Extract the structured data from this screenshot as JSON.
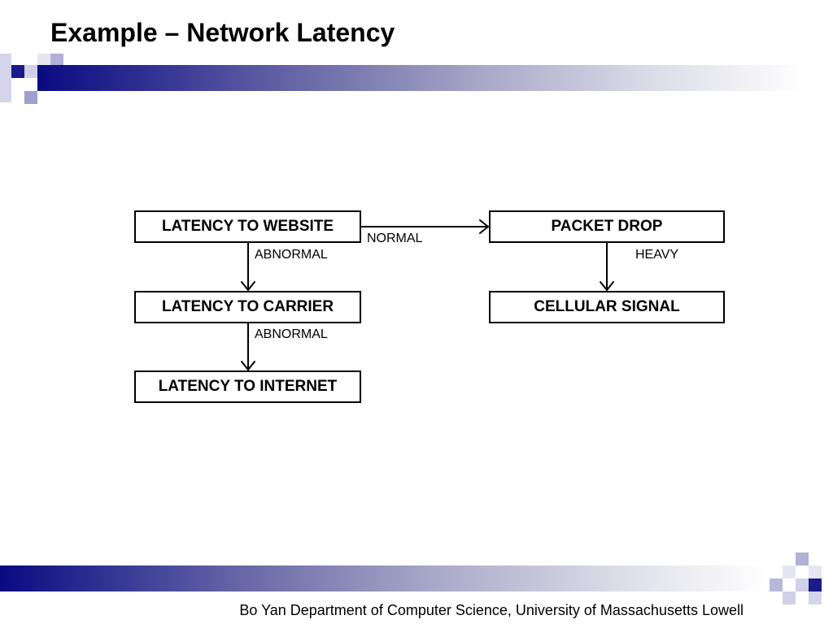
{
  "slide": {
    "title": "Example – Network Latency",
    "footer": "Bo Yan Department of Computer Science, University of Massachusetts Lowell",
    "accent_color": "#0a0a80"
  },
  "diagram": {
    "nodes": {
      "latency_website": "LATENCY TO WEBSITE",
      "latency_carrier": "LATENCY TO CARRIER",
      "latency_internet": "LATENCY TO INTERNET",
      "packet_drop": "PACKET DROP",
      "cellular_signal": "CELLULAR SIGNAL"
    },
    "edges": [
      {
        "from": "latency_website",
        "to": "packet_drop",
        "label": "NORMAL"
      },
      {
        "from": "latency_website",
        "to": "latency_carrier",
        "label": "ABNORMAL"
      },
      {
        "from": "latency_carrier",
        "to": "latency_internet",
        "label": "ABNORMAL"
      },
      {
        "from": "packet_drop",
        "to": "cellular_signal",
        "label": "HEAVY"
      }
    ]
  }
}
